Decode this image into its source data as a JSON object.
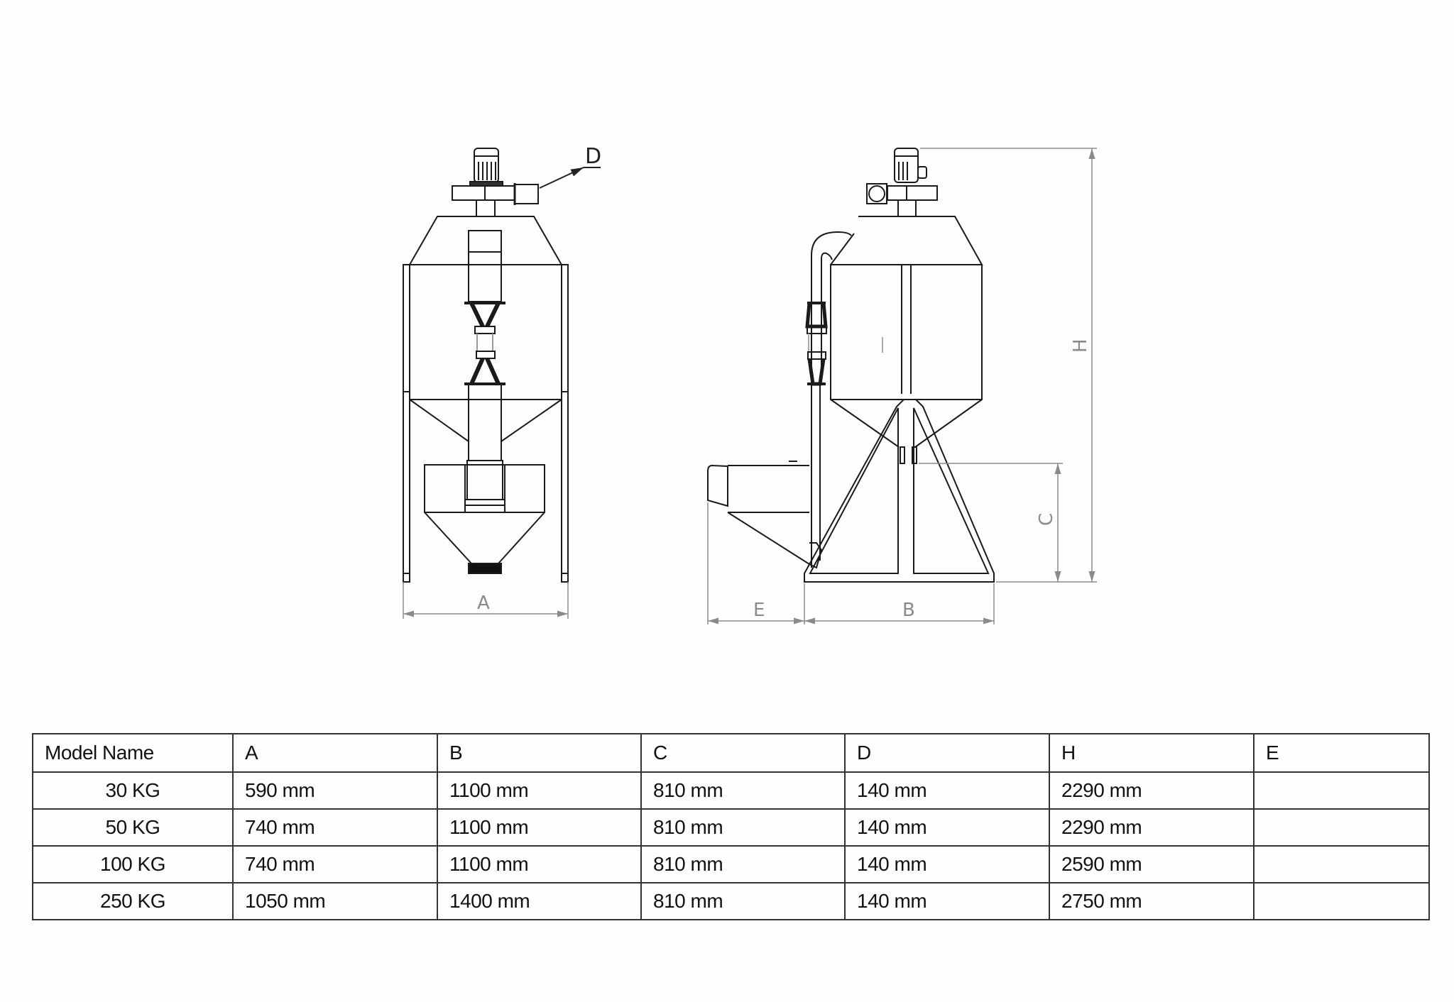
{
  "drawing": {
    "front_view": {
      "dimension_labels": {
        "width": "A",
        "outlet": "D"
      }
    },
    "side_view": {
      "dimension_labels": {
        "height": "H",
        "discharge_height": "C",
        "extension": "E",
        "base": "B"
      }
    },
    "line_color": "#1a1a1a",
    "dimension_color": "#8a8a8a"
  },
  "table": {
    "headers": [
      "Model Name",
      "A",
      "B",
      "C",
      "D",
      "H",
      "E"
    ],
    "rows": [
      {
        "model": "30 KG",
        "A": "590 mm",
        "B": "1100 mm",
        "C": "810 mm",
        "D": "140 mm",
        "H": "2290 mm",
        "E": ""
      },
      {
        "model": "50 KG",
        "A": "740 mm",
        "B": "1100 mm",
        "C": "810 mm",
        "D": "140 mm",
        "H": "2290 mm",
        "E": ""
      },
      {
        "model": "100 KG",
        "A": "740 mm",
        "B": "1100 mm",
        "C": "810 mm",
        "D": "140 mm",
        "H": "2590 mm",
        "E": ""
      },
      {
        "model": "250 KG",
        "A": "1050 mm",
        "B": "1400 mm",
        "C": "810 mm",
        "D": "140 mm",
        "H": "2750 mm",
        "E": ""
      }
    ]
  }
}
